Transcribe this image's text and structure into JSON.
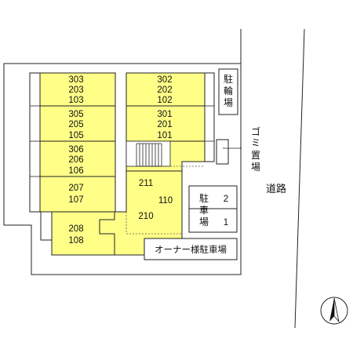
{
  "colors": {
    "unit_fill": "#ffff88",
    "line": "#222222",
    "background": "#ffffff"
  },
  "units": {
    "u303": "303",
    "u203": "203",
    "u103": "103",
    "u302": "302",
    "u202": "202",
    "u102": "102",
    "u305": "305",
    "u205": "205",
    "u105": "105",
    "u301": "301",
    "u201": "201",
    "u101": "101",
    "u306": "306",
    "u206": "206",
    "u106": "106",
    "u207": "207",
    "u107": "107",
    "u208": "208",
    "u108": "108",
    "u211": "211",
    "u110": "110",
    "u210": "210"
  },
  "labels": {
    "bicycle_parking": [
      "駐",
      "輪",
      "場"
    ],
    "garbage_area": [
      "ゴ",
      "ミ",
      "置",
      "場"
    ],
    "parking": [
      "駐",
      "車",
      "場"
    ],
    "parking_numbers": [
      "2",
      "1"
    ],
    "owner_parking": "オーナー様駐車場",
    "road": "道路"
  },
  "icons": {
    "compass": "north-arrow-icon"
  }
}
